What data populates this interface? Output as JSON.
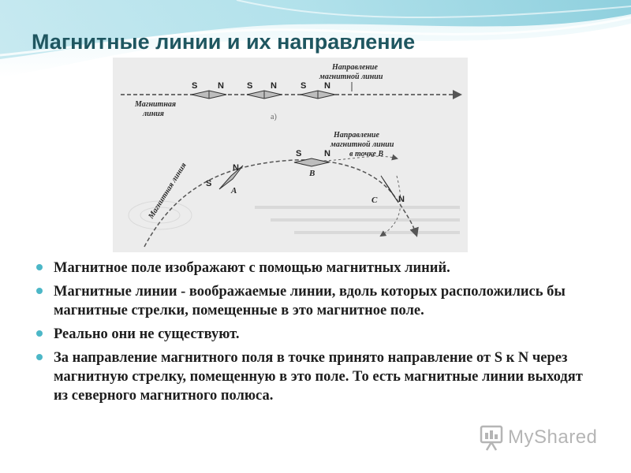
{
  "slide": {
    "title": "Магнитные линии и их направление"
  },
  "figure": {
    "label_direction_a_line1": "Направление",
    "label_direction_a_line2": "магнитной линии",
    "label_magnetic_line_a_line1": "Магнитная",
    "label_magnetic_line_a_line2": "линия",
    "label_part_a": "а)",
    "label_direction_b_line1": "Направление",
    "label_direction_b_line2": "магнитной линии",
    "label_direction_b_line3": "в точке В",
    "label_magnetic_line_b": "Магнитная линия",
    "pole_s": "S",
    "pole_n": "N",
    "point_a": "A",
    "point_b": "B",
    "point_c": "C"
  },
  "bullets": [
    {
      "text": "Магнитное поле изображают с помощью магнитных линий."
    },
    {
      "text": "Магнитные линии - воображаемые линии, вдоль которых расположились бы магнитные стрелки, помещенные в это магнитное поле."
    },
    {
      "text": "Реально они не существуют."
    },
    {
      "text": "За направление магнитного поля в точке принято направление от  S к N через магнитную стрелку, помещенную в это поле. То есть магнитные линии выходят из северного магнитного полюса."
    }
  ],
  "watermark": {
    "text": "MyShared"
  },
  "colors": {
    "title": "#1f5660",
    "bullet": "#4cb7c7",
    "header_wave": "#8fd3e0"
  }
}
